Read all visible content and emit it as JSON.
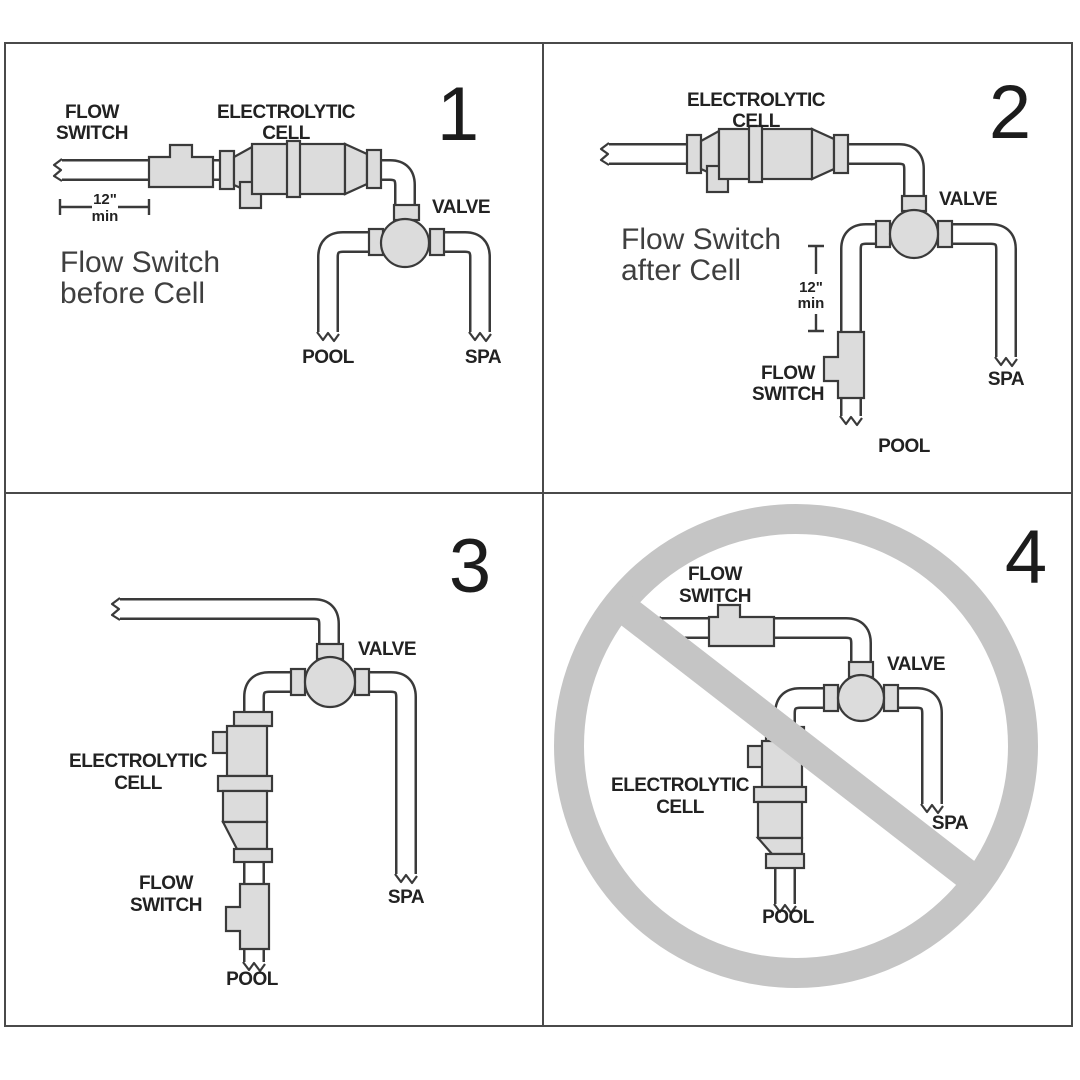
{
  "colors": {
    "outline": "#3a3a3a",
    "component_fill": "#dcdcdc",
    "prohibition": "#c5c5c5",
    "text": "#222222",
    "caption": "#3f3f3f",
    "frame": "#4a4a4a"
  },
  "panels": {
    "p1": {
      "number": "1",
      "flow_switch_line1": "FLOW",
      "flow_switch_line2": "SWITCH",
      "cell_line1": "ELECTROLYTIC",
      "cell_line2": "CELL",
      "valve": "VALVE",
      "pool": "POOL",
      "spa": "SPA",
      "dim_line1": "12\"",
      "dim_line2": "min",
      "caption_line1": "Flow Switch",
      "caption_line2": "before Cell"
    },
    "p2": {
      "number": "2",
      "flow_switch_line1": "FLOW",
      "flow_switch_line2": "SWITCH",
      "cell_line1": "ELECTROLYTIC",
      "cell_line2": "CELL",
      "valve": "VALVE",
      "pool": "POOL",
      "spa": "SPA",
      "dim_line1": "12\"",
      "dim_line2": "min",
      "caption_line1": "Flow Switch",
      "caption_line2": "after Cell"
    },
    "p3": {
      "number": "3",
      "flow_switch_line1": "FLOW",
      "flow_switch_line2": "SWITCH",
      "cell_line1": "ELECTROLYTIC",
      "cell_line2": "CELL",
      "valve": "VALVE",
      "pool": "POOL",
      "spa": "SPA"
    },
    "p4": {
      "number": "4",
      "flow_switch_line1": "FLOW",
      "flow_switch_line2": "SWITCH",
      "cell_line1": "ELECTROLYTIC",
      "cell_line2": "CELL",
      "valve": "VALVE",
      "pool": "POOL",
      "spa": "SPA"
    }
  }
}
